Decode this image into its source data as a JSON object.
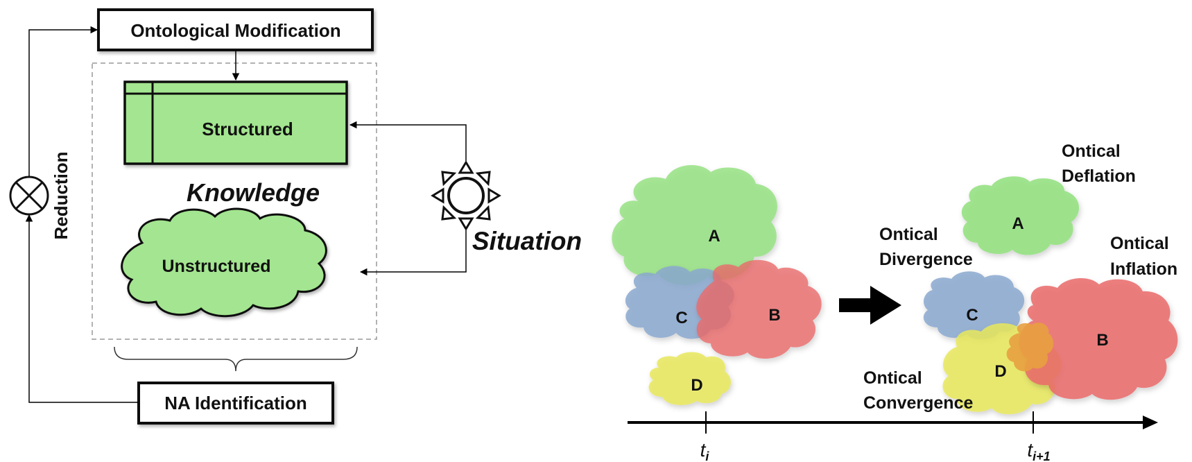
{
  "left_diagram": {
    "ontological_modification": "Ontological  Modification",
    "structured": "Structured",
    "knowledge": "Knowledge",
    "unstructured": "Unstructured",
    "situation": "Situation",
    "reduction": "Reduction",
    "na_identification": "NA Identification"
  },
  "right_diagram": {
    "before": {
      "a": "A",
      "b": "B",
      "c": "C",
      "d": "D"
    },
    "after": {
      "a": "A",
      "b": "B",
      "c": "C",
      "d": "D"
    },
    "deflation_line1": "Ontical",
    "deflation_line2": "Deflation",
    "divergence_line1": "Ontical",
    "divergence_line2": "Divergence",
    "inflation_line1": "Ontical",
    "inflation_line2": "Inflation",
    "convergence_line1": "Ontical",
    "convergence_line2": "Convergence",
    "timeline": {
      "t1_main": "t",
      "t1_sub": "i",
      "t2_main": "t",
      "t2_sub": "i+1"
    }
  },
  "colors": {
    "green": "#90e07c",
    "blue": "#8aa8cf",
    "red": "#ea6a6a",
    "yellow": "#e8e85c",
    "orange": "#e8a040",
    "structured_green": "#a3e590"
  }
}
